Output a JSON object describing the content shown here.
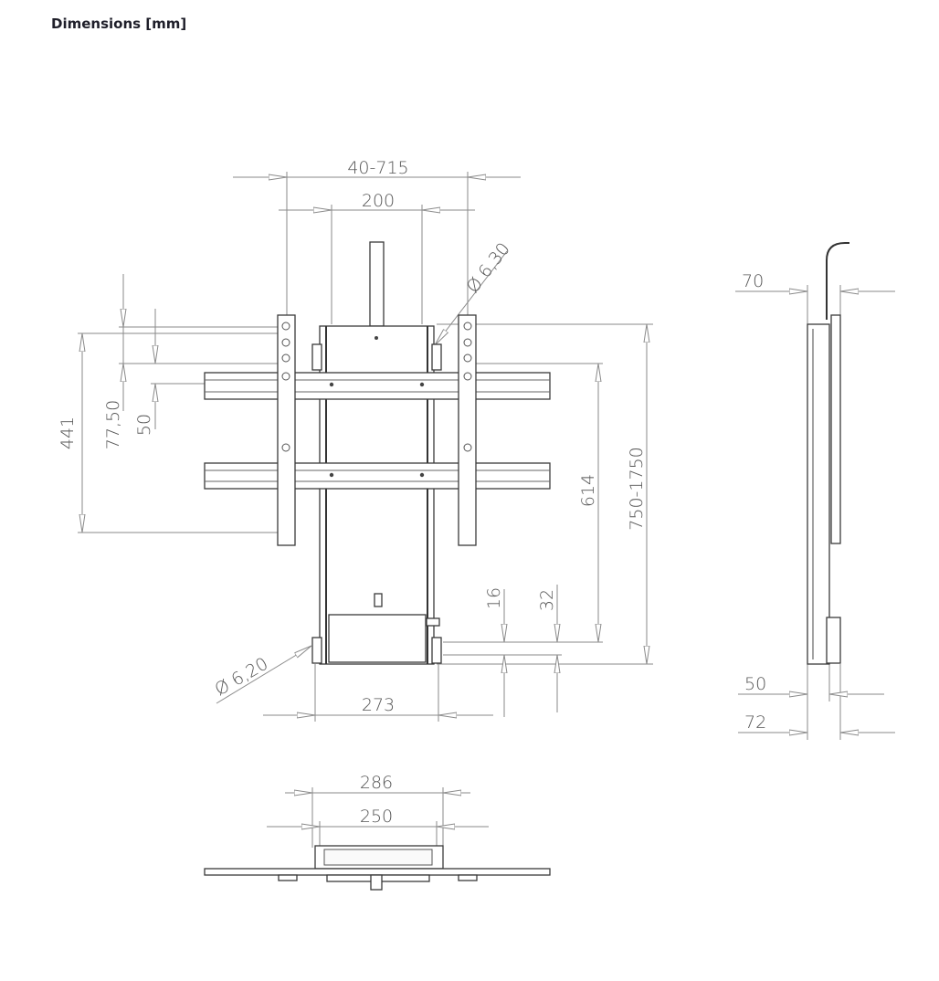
{
  "title": "Dimensions [mm]",
  "front_view": {
    "width_range": "40-715",
    "width_inner": "200",
    "hole_top": "Ø 6,30",
    "hole_bottom": "Ø 6,20",
    "height_441": "441",
    "offset_7750": "77,50",
    "offset_50": "50",
    "height_614": "614",
    "height_range": "750-1750",
    "gap_16": "16",
    "gap_32": "32",
    "base_width": "273"
  },
  "side_view": {
    "depth_70": "70",
    "depth_50": "50",
    "depth_72": "72"
  },
  "bottom_view": {
    "width_286": "286",
    "width_250": "250"
  }
}
